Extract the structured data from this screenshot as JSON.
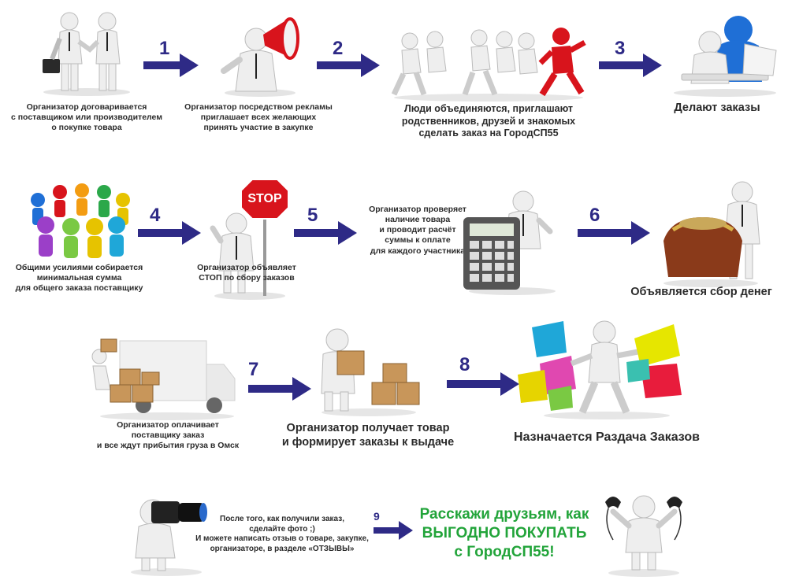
{
  "steps": {
    "s1_caption": "Организатор договаривается\nс поставщиком или производителем\nо покупке товара",
    "s2_caption": "Организатор посредством рекламы\nприглашает всех желающих\nпринять участие в закупке",
    "s3_caption": "Люди объединяются, приглашают\nродственников, друзей и знакомых\nсделать заказ на ГородСП55",
    "s4_caption": "Делают заказы",
    "s5_caption": "Общими усилиями собирается\nминимальная сумма\nдля общего заказа поставщику",
    "s6_caption": "Организатор объявляет\nСТОП по сбору заказов",
    "s7_caption": "Организатор проверяет\nналичие товара\nи проводит расчёт\nсуммы к оплате\nдля каждого участника",
    "s8_caption": "Объявляется сбор денег",
    "s9_caption": "Организатор оплачивает\nпоставщику заказ\nи все ждут прибытия груза в Омск",
    "s10_caption": "Организатор получает товар\nи формирует заказы к выдаче",
    "s11_caption": "Назначается Раздача Заказов",
    "s12_caption": "После того, как получили заказ,\nсделайте фото ;)\nИ можете написать отзыв о товаре, закупке,\nорганизаторе, в разделе «ОТЗЫВЫ»",
    "cta": "Расскажи друзьям, как\nВЫГОДНО ПОКУПАТЬ\nс ГородСП55!"
  },
  "arrows": [
    "1",
    "2",
    "3",
    "4",
    "5",
    "6",
    "7",
    "8",
    "9"
  ],
  "sign": {
    "stop": "STOP"
  },
  "colors": {
    "arrow": "#2e2a86",
    "cta": "#22a43a",
    "figure": "#ececec",
    "figure_shadow": "#c8c8c8",
    "red": "#d8141c",
    "blue": "#1f6fd6"
  },
  "icons": [
    "handshake-figures",
    "megaphone-figure",
    "running-figures",
    "computer-figures",
    "circle-of-people",
    "stop-sign-figure",
    "calculator-figure",
    "wallet-figure",
    "truck-boxes",
    "carrying-boxes-figure",
    "shopping-bags-figure",
    "camera-figure",
    "phones-figure"
  ]
}
